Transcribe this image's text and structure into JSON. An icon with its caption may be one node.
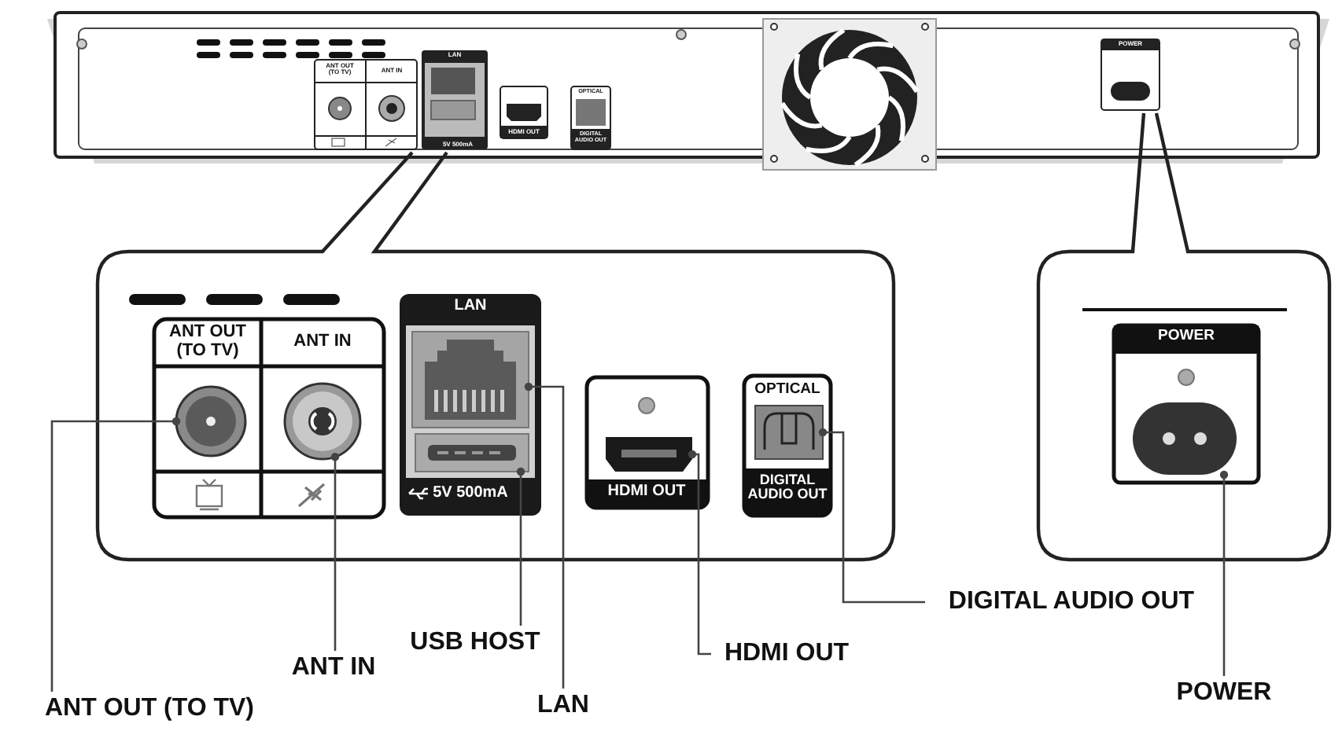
{
  "diagram": {
    "nodes": [
      {
        "text": [
          "ANT OUT (TO TV)"
        ]
      },
      {
        "text": [
          "ANT IN"
        ]
      },
      {
        "text": [
          "USB HOST"
        ]
      },
      {
        "text": [
          "LAN"
        ]
      },
      {
        "text": [
          "HDMI OUT"
        ]
      },
      {
        "text": [
          "DIGITAL AUDIO OUT"
        ]
      },
      {
        "text": [
          "POWER"
        ]
      },
      {
        "text": [],
        "shape": "circle"
      },
      {
        "text": [],
        "shape": "circle"
      },
      {
        "text": [],
        "shape": "box"
      },
      {
        "text": [],
        "shape": "box"
      },
      {
        "text": [],
        "shape": "box"
      },
      {
        "text": [],
        "shape": "box"
      },
      {
        "text": [],
        "shape": "box"
      }
    ],
    "edges": [
      {
        "from": 0,
        "to": 7,
        "arrow": "other"
      },
      {
        "from": 1,
        "to": 8,
        "arrow": "other"
      },
      {
        "from": 2,
        "to": 9,
        "arrow": "other"
      },
      {
        "from": 3,
        "to": 10,
        "arrow": "other"
      },
      {
        "from": 4,
        "to": 11,
        "arrow": "other"
      },
      {
        "from": 5,
        "to": 12,
        "arrow": "other"
      },
      {
        "from": 6,
        "to": 13,
        "arrow": "other"
      }
    ],
    "labels": [
      "ANT OUT (TO TV)",
      "ANT IN",
      "LAN",
      "5V 500mA",
      "HDMI OUT",
      "OPTICAL",
      "DIGITAL AUDIO OUT",
      "POWER",
      "ANT OUT (TO TV)",
      "ANT IN",
      "LAN",
      "5V 500mA",
      "HDMI OUT",
      "OPTICAL",
      "DIGITAL AUDIO OUT",
      "POWER"
    ]
  }
}
